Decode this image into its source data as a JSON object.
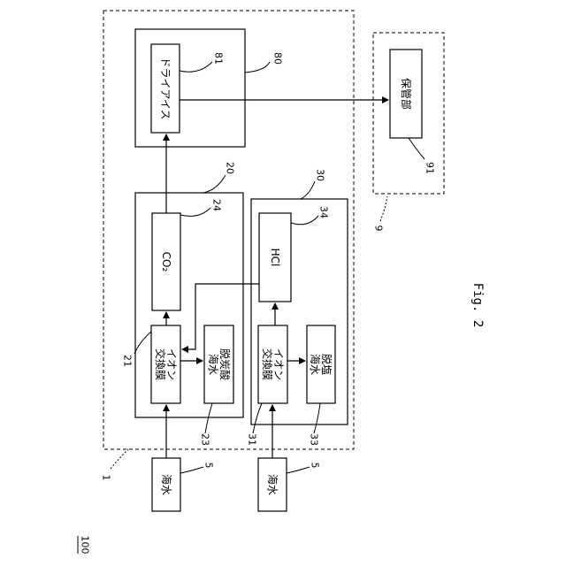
{
  "diagram": {
    "system_ref": "100",
    "figure_label": "Fig. 2",
    "boundaries": {
      "system": "1",
      "storage": "9"
    },
    "units": {
      "dry_ice_unit": "80",
      "co2_unit": "20",
      "hcl_unit": "30"
    },
    "boxes": {
      "dry_ice": {
        "text": "ドライアイス",
        "ref": "81"
      },
      "storage_section": {
        "text": "保管部",
        "ref": "91"
      },
      "co2": {
        "text": "CO₂",
        "ref": "24"
      },
      "hcl": {
        "text": "HCl",
        "ref": "34"
      },
      "ion_exchange_1": {
        "line1": "イオン",
        "line2": "交換膜",
        "ref": "21"
      },
      "decarbonated": {
        "line1": "脱炭酸",
        "line2": "海水",
        "ref": "23"
      },
      "ion_exchange_2": {
        "line1": "イオン",
        "line2": "交換膜",
        "ref": "31"
      },
      "desalted": {
        "line1": "脱塩",
        "line2": "海水",
        "ref": "33"
      },
      "seawater_1": {
        "text": "海水",
        "ref": "5"
      },
      "seawater_2": {
        "text": "海水",
        "ref": "5"
      }
    }
  }
}
